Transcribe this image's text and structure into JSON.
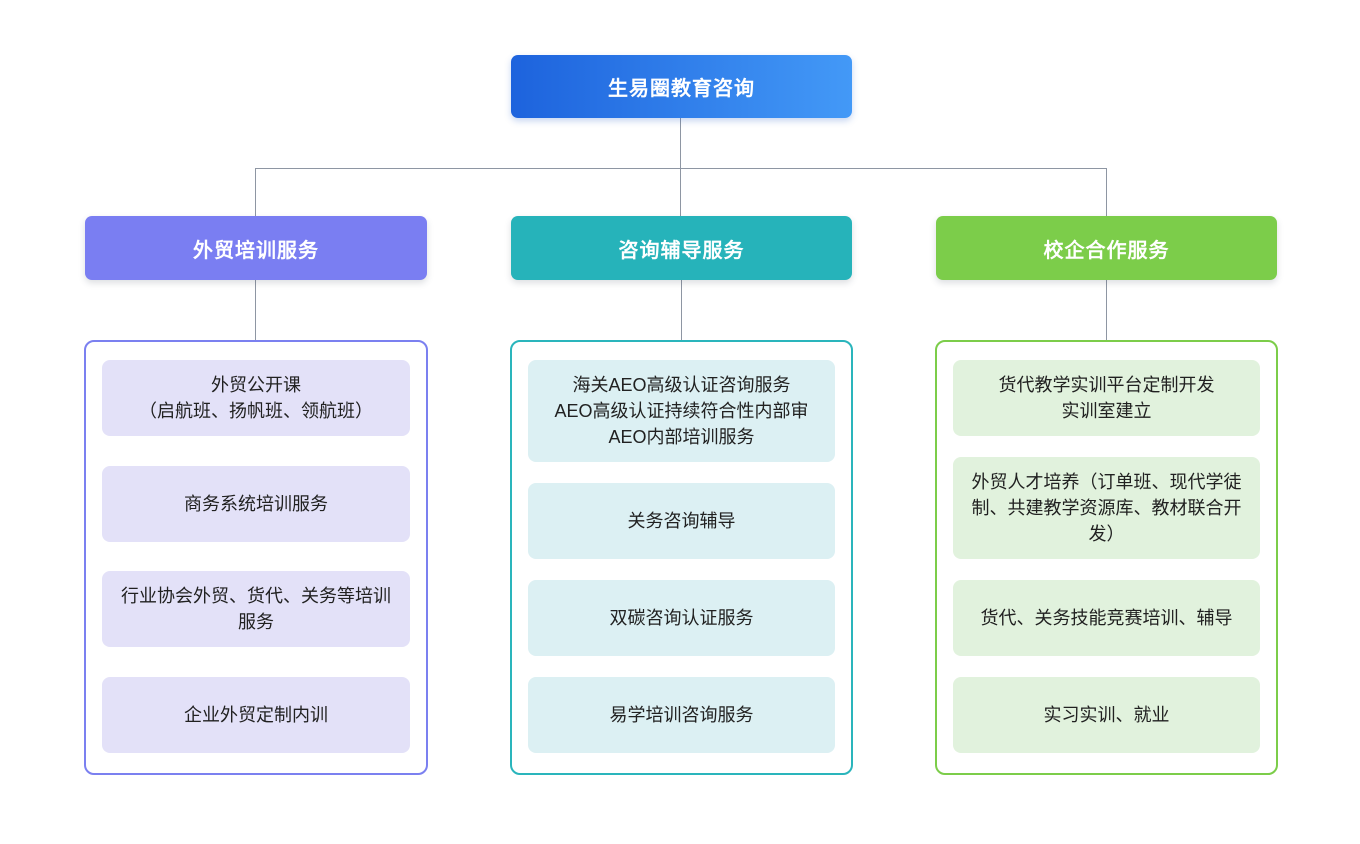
{
  "root": {
    "label": "生易圈教育咨询",
    "gradient_from": "#1d63dd",
    "gradient_to": "#4399f7",
    "text_color": "#ffffff"
  },
  "connector_color": "#8e96a3",
  "branches": [
    {
      "label": "外贸培训服务",
      "header_color": "#7a7ef2",
      "border_color": "#7b80f0",
      "item_bg": "#e3e1f8",
      "items": [
        "外贸公开课\n（启航班、扬帆班、领航班）",
        "商务系统培训服务",
        "行业协会外贸、货代、关务等培训服务",
        "企业外贸定制内训"
      ]
    },
    {
      "label": "咨询辅导服务",
      "header_color": "#26b3ba",
      "border_color": "#2ab5bc",
      "item_bg": "#dcf0f3",
      "items": [
        "海关AEO高级认证咨询服务\nAEO高级认证持续符合性内部审\nAEO内部培训服务",
        "关务咨询辅导",
        "双碳咨询认证服务",
        "易学培训咨询服务"
      ]
    },
    {
      "label": "校企合作服务",
      "header_color": "#7ccd4a",
      "border_color": "#7ccd4a",
      "item_bg": "#e1f2dd",
      "items": [
        "货代教学实训平台定制开发\n实训室建立",
        "外贸人才培养（订单班、现代学徒制、共建教学资源库、教材联合开发）",
        "货代、关务技能竞赛培训、辅导",
        "实习实训、就业"
      ]
    }
  ]
}
